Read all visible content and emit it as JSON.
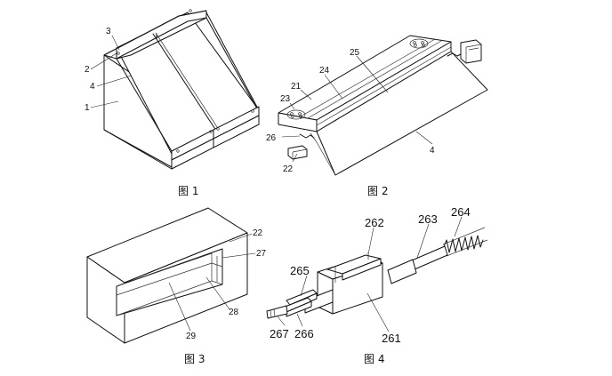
{
  "figures": [
    {
      "caption": "图 1",
      "labels": {
        "l3": "3",
        "l2": "2",
        "l4": "4",
        "l1": "1"
      }
    },
    {
      "caption": "图 2",
      "labels": {
        "l24": "24",
        "l25": "25",
        "l21": "21",
        "l23": "23",
        "l26": "26",
        "l22": "22",
        "l4": "4"
      }
    },
    {
      "caption": "图 3",
      "labels": {
        "l22": "22",
        "l27": "27",
        "l28": "28",
        "l29": "29"
      }
    },
    {
      "caption": "图 4",
      "labels": {
        "l262": "262",
        "l263": "263",
        "l264": "264",
        "l265": "265",
        "l267": "267",
        "l266": "266",
        "l261": "261"
      }
    }
  ]
}
